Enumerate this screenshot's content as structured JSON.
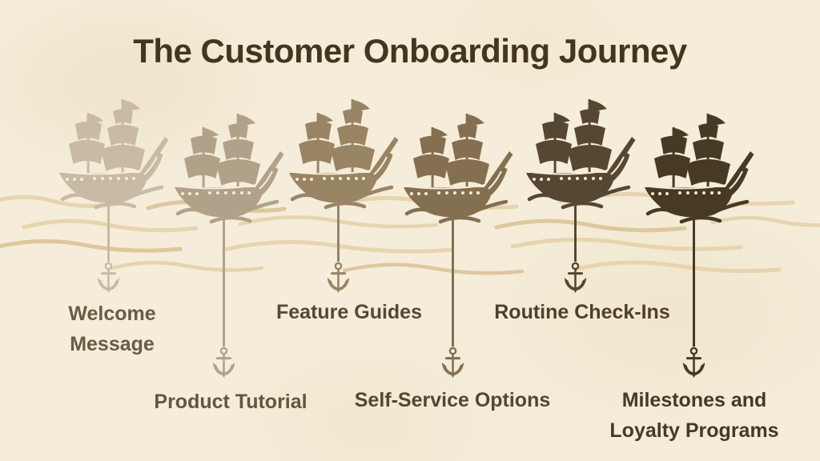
{
  "title": "The Customer Onboarding Journey",
  "colors": {
    "background": "#f5edd9",
    "title": "#44351e",
    "wave_light": "#e7d4ae",
    "wave_mid": "#ddc79e"
  },
  "icons": {
    "ship": "sailing-ship-icon",
    "anchor": "anchor-icon",
    "waves": "waves-icon"
  },
  "stages": [
    {
      "label": "Welcome Message",
      "ship_color": "#c8baa5",
      "label_color": "#6a5b45"
    },
    {
      "label": "Product Tutorial",
      "ship_color": "#b2a189",
      "label_color": "#64553f"
    },
    {
      "label": "Feature Guides",
      "ship_color": "#998464",
      "label_color": "#574834"
    },
    {
      "label": "Self-Service Options",
      "ship_color": "#847050",
      "label_color": "#554634"
    },
    {
      "label": "Routine Check-Ins",
      "ship_color": "#564733",
      "label_color": "#4e402c"
    },
    {
      "label": "Milestones and Loyalty Programs",
      "ship_color": "#473a25",
      "label_color": "#463927"
    }
  ]
}
